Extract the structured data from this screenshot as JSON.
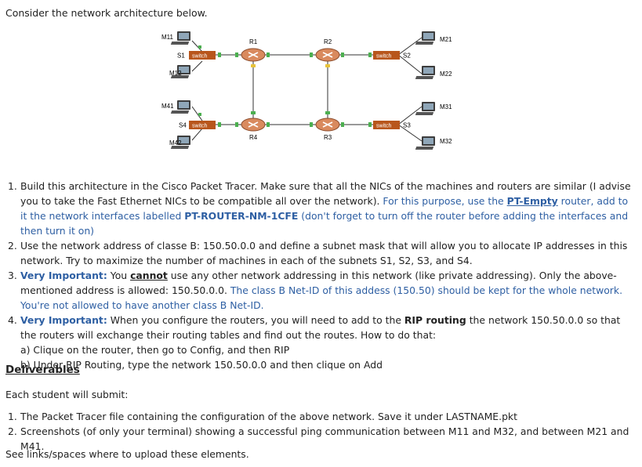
{
  "intro": "Consider the network architecture below.",
  "diagram": {
    "machines": [
      "M11",
      "M12",
      "M41",
      "M42",
      "M21",
      "M22",
      "M31",
      "M32"
    ],
    "routers": [
      "R1",
      "R2",
      "R4",
      "R3"
    ],
    "subnets": [
      "S1",
      "S2",
      "S3",
      "S4"
    ],
    "switch_label": "switch",
    "colors": {
      "switch": "#b8561c",
      "router": "#d98a5e",
      "link_green": "#4caf50",
      "link_yellow": "#e8c33a"
    }
  },
  "tasks": [
    {
      "num": "1.",
      "a": "Build this architecture in the Cisco Packet Tracer. Make sure that all the NICs of the machines and routers are similar (I advise you to take the Fast Ethernet NICs to be compatible all over the network). ",
      "b": "For this purpose, use the ",
      "c": "PT-Empty",
      "d": " router, add to it the network interfaces labelled ",
      "e": "PT-ROUTER-NM-1CFE",
      "f": " (don't forget to turn off the router before adding the interfaces and then turn it on)"
    },
    {
      "num": "2.",
      "a": "Use the network address of classe B: 150.50.0.0 and define a subnet mask that will allow you to allocate IP addresses in this network. Try to maximize the number of machines in each of the subnets S1, S2, S3, and S4."
    },
    {
      "num": "3.",
      "a": "Very Important:",
      "b": " You ",
      "c": "cannot",
      "d": " use any other network addressing in this network (like private addressing). Only the above-mentioned address is allowed: 150.50.0.0. ",
      "e": "The class B Net-ID of this addess (150.50) should be kept for the whole network. You're not allowed to have another class B Net-ID."
    },
    {
      "num": "4.",
      "a": "Very Important:",
      "b": " When you configure the routers, you will need to add to the ",
      "c": "RIP routing",
      "d": " the network 150.50.0.0 so that the routers will exchange their routing tables and find out the routes. How to do that:",
      "e": "a) Clique on the router, then go to Config, and then RIP",
      "f": "b) Under RIP Routing, type the network 150.50.0.0 and then clique on Add"
    }
  ],
  "deliverables_heading": "Deliverables",
  "each_student": "Each student will submit:",
  "submissions": [
    {
      "num": "1.",
      "text": "The Packet Tracer file containing the configuration of the above network. Save it under LASTNAME.pkt"
    },
    {
      "num": "2.",
      "text": "Screenshots (of only your terminal) showing a successful ping communication between M11 and M32, and between M21 and M41."
    }
  ],
  "links_note": "See links/spaces where to upload these elements."
}
